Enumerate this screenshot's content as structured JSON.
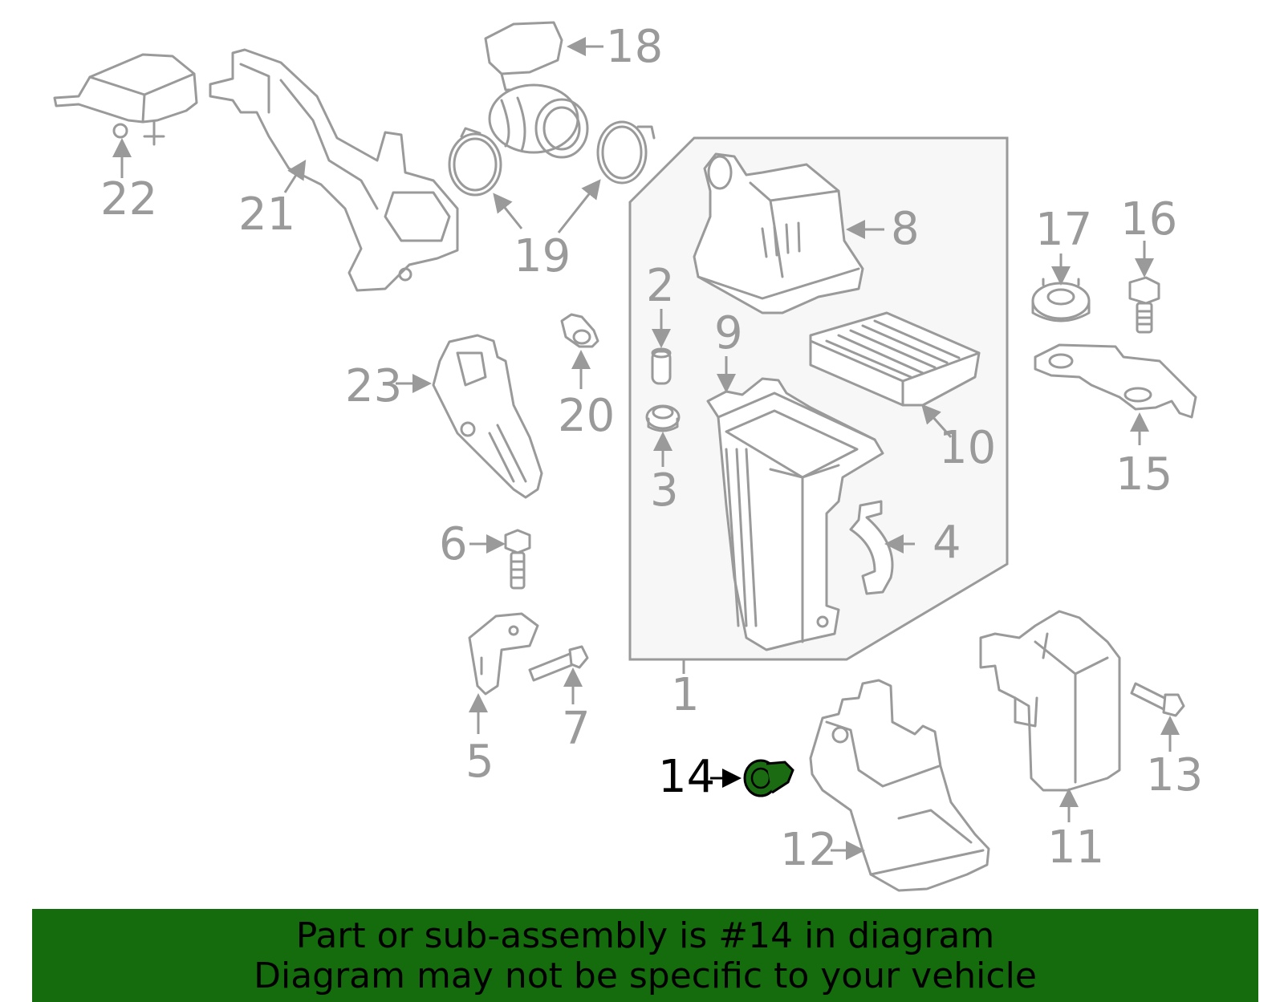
{
  "diagram": {
    "highlight_color": "#1b6b12",
    "line_color": "#9a9a9a",
    "callouts": {
      "c1": "1",
      "c2": "2",
      "c3": "3",
      "c4": "4",
      "c5": "5",
      "c6": "6",
      "c7": "7",
      "c8": "8",
      "c9": "9",
      "c10": "10",
      "c11": "11",
      "c12": "12",
      "c13": "13",
      "c14": "14",
      "c15": "15",
      "c16": "16",
      "c17": "17",
      "c18": "18",
      "c19": "19",
      "c20": "20",
      "c21": "21",
      "c22": "22",
      "c23": "23"
    }
  },
  "banner": {
    "background": "#156c0c",
    "line1": "Part or sub-assembly is #14 in diagram",
    "line2": "Diagram may not be specific to your vehicle"
  }
}
